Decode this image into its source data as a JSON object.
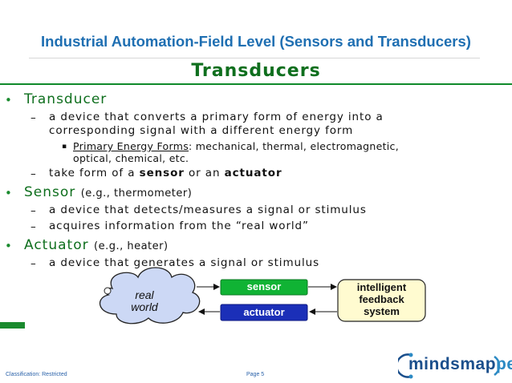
{
  "header": {
    "title": "Industrial Automation-Field Level (Sensors and Transducers)"
  },
  "slide_title": "Transducers",
  "bullets": {
    "transducer": {
      "label": "Transducer",
      "def_line1": "a device that converts a primary form of energy into a",
      "def_line2": "corresponding signal with a different energy form",
      "sub_underlined": "Primary Energy Forms",
      "sub_rest": ": mechanical, thermal, electromagnetic,",
      "sub_line2": "optical, chemical, etc.",
      "form_pre": "take form of a ",
      "form_sensor": "sensor",
      "form_mid": " or an ",
      "form_actuator": "actuator"
    },
    "sensor": {
      "label": "Sensor",
      "example": "(e.g., thermometer)",
      "item1": "a device that detects/measures a signal or stimulus",
      "item2": "acquires information from the “real world”"
    },
    "actuator": {
      "label": "Actuator",
      "example": "(e.g., heater)",
      "item1": "a device that generates a signal or stimulus"
    },
    "bullet_symbol": "•",
    "dash_symbol": "–",
    "square_symbol": "▪"
  },
  "diagram": {
    "cloud_line1": "real",
    "cloud_line2": "world",
    "sensor_box": "sensor",
    "actuator_box": "actuator",
    "system_line1": "intelligent",
    "system_line2": "feedback",
    "system_line3": "system",
    "colors": {
      "sensor": "#10b334",
      "actuator": "#1b2fb8",
      "system_fill": "#fffbd0",
      "cloud_fill": "#ccd8f5"
    }
  },
  "footer": {
    "classification": "Classification: Restricted",
    "page": "Page 5",
    "logo_part1": "mindsmap",
    "logo_part2": "ped"
  }
}
